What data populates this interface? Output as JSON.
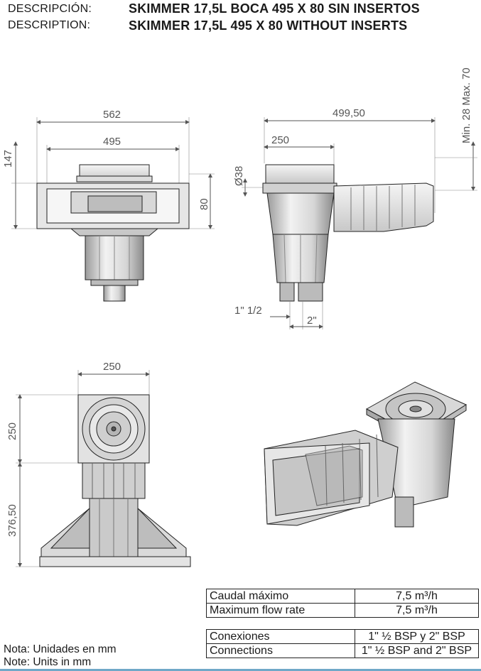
{
  "header": {
    "label_es": "DESCRIPCIÓN:",
    "label_en": "DESCRIPTION:",
    "title_es": "SKIMMER 17,5L BOCA 495 X 80 SIN INSERTOS",
    "title_en": "SKIMMER 17,5L 495 X 80 WITHOUT INSERTS"
  },
  "dimensions": {
    "front_width_total": "562",
    "front_width_mouth": "495",
    "front_height": "147",
    "mouth_height": "80",
    "side_depth": "499,50",
    "side_body": "250",
    "side_level": "Min. 28  Max. 70",
    "side_diameter": "Ø38",
    "conn_1": "1\" 1/2",
    "conn_2": "2\"",
    "top_width": "250",
    "top_body_depth": "250",
    "top_total_depth": "376,50"
  },
  "specs": [
    {
      "label": "Caudal máximo",
      "value": "7,5 m³/h"
    },
    {
      "label": "Maximum flow rate",
      "value": "7,5 m³/h"
    }
  ],
  "connections": [
    {
      "label": "Conexiones",
      "value": "1\" ½ BSP y 2\" BSP"
    },
    {
      "label": "Connections",
      "value": "1\" ½ BSP and 2\" BSP"
    }
  ],
  "notes": {
    "es": "Nota: Unidades en mm",
    "en": "Note: Units in mm"
  }
}
